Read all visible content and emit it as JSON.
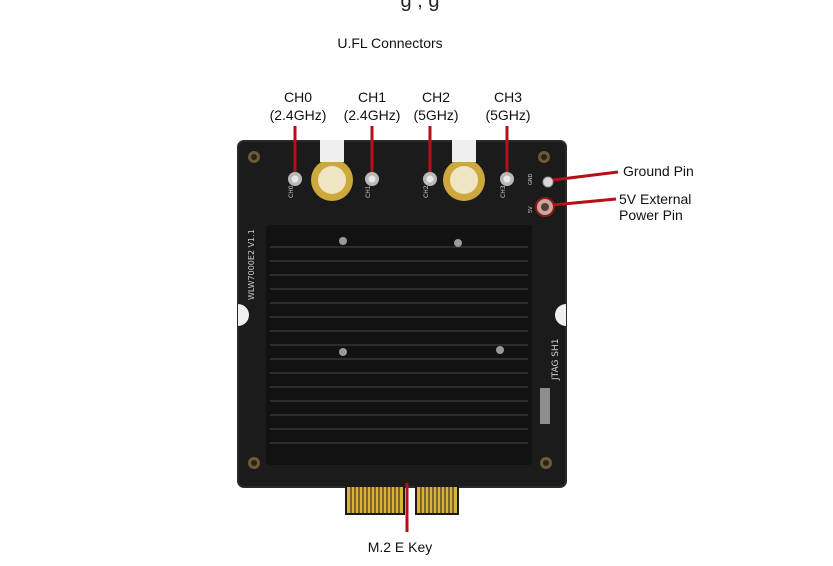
{
  "header": {
    "clipped_text": "g  ,  g"
  },
  "title": "U.FL Connectors",
  "channels": [
    {
      "name": "CH0",
      "band": "(2.4GHz)"
    },
    {
      "name": "CH1",
      "band": "(2.4GHz)"
    },
    {
      "name": "CH2",
      "band": "(5GHz)"
    },
    {
      "name": "CH3",
      "band": "(5GHz)"
    }
  ],
  "right_labels": {
    "ground_pin": "Ground Pin",
    "ext_power_line1": "5V External",
    "ext_power_line2": "Power Pin"
  },
  "bottom_label": "M.2 E Key",
  "board_silkscreen": {
    "model": "WLW7000E2 V1.1",
    "jtag": "JTAG SH1",
    "ch_marks": [
      "CH0",
      "CH1",
      "CH2",
      "CH3"
    ],
    "pin_marks": [
      "GND",
      "5V"
    ]
  },
  "colors": {
    "callout_line": "#b50f1a",
    "board": "#1b1b1b",
    "heatsink": "#111111",
    "gold": "#d9b23a"
  }
}
